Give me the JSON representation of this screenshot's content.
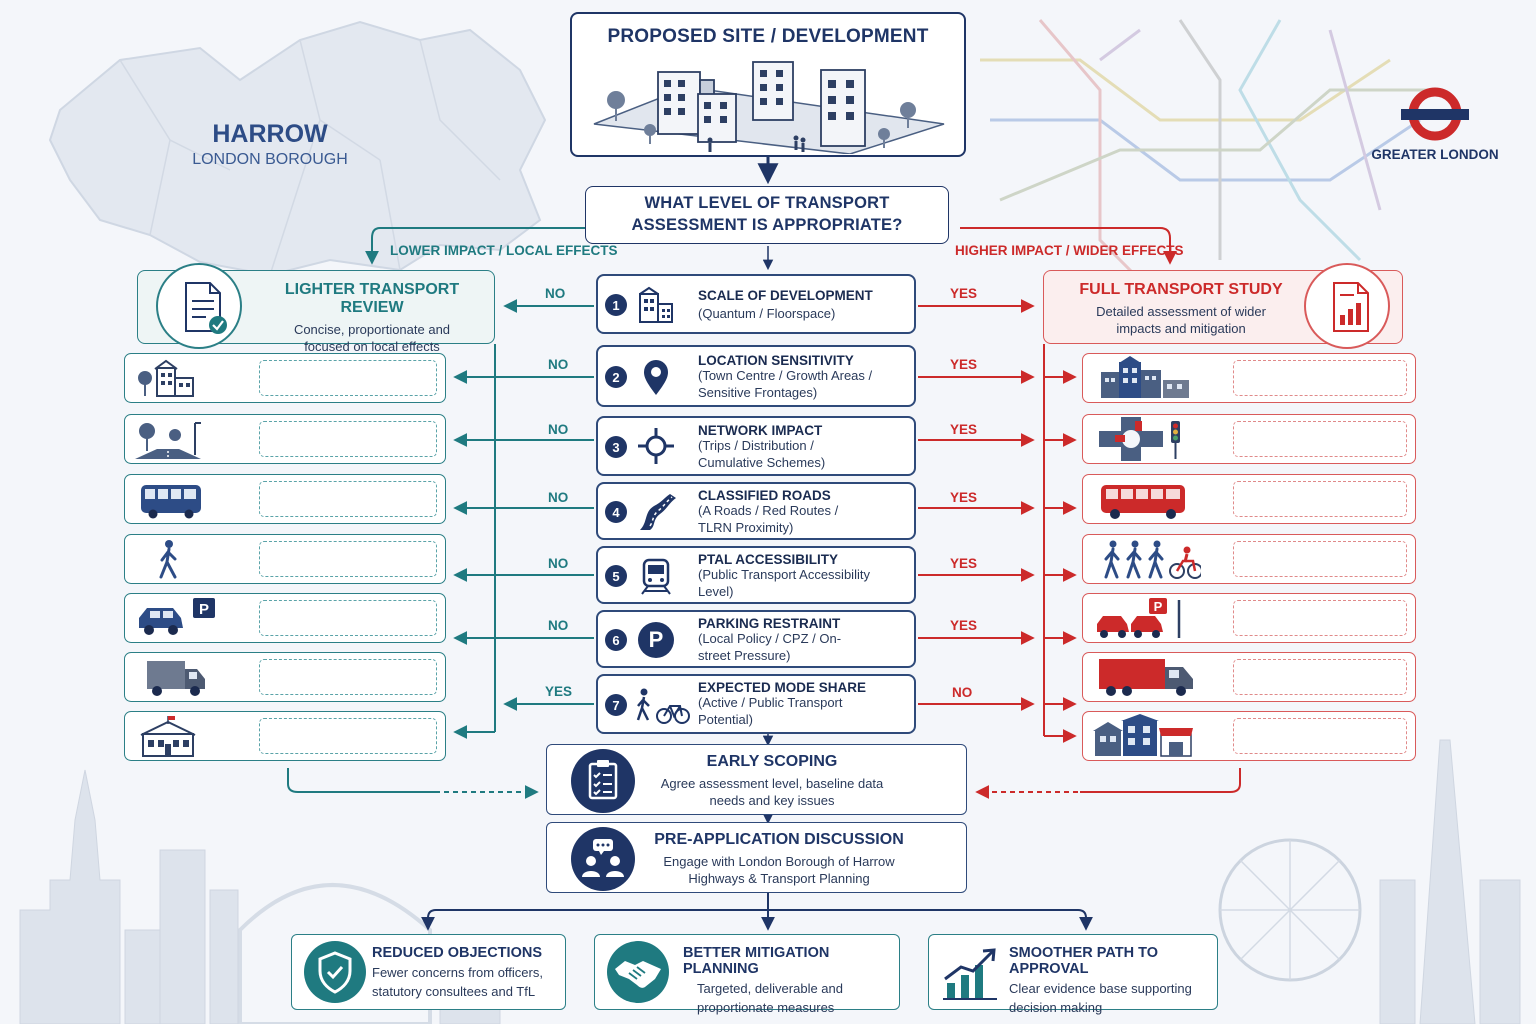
{
  "colors": {
    "navy": "#1f3566",
    "teal": "#1f7a80",
    "red": "#cc2a2a"
  },
  "header": {
    "site_title": "PROPOSED SITE / DEVELOPMENT",
    "question": "WHAT LEVEL OF TRANSPORT ASSESSMENT IS APPROPRIATE?"
  },
  "borough": {
    "name": "HARROW",
    "subtitle": "LONDON BOROUGH"
  },
  "region": {
    "label": "GREATER LONDON",
    "icon": "roundel-icon"
  },
  "branches": {
    "left_label": "LOWER IMPACT / LOCAL EFFECTS",
    "right_label": "HIGHER IMPACT / WIDER EFFECTS"
  },
  "lighter": {
    "title": "LIGHTER TRANSPORT REVIEW",
    "desc": "Concise, proportionate and focused on local effects",
    "icon": "document-check-icon"
  },
  "full": {
    "title": "FULL TRANSPORT STUDY",
    "desc": "Detailed assessment of wider impacts and mitigation",
    "icon": "report-chart-icon"
  },
  "criteria": [
    {
      "num": "1",
      "title": "SCALE OF DEVELOPMENT",
      "sub": "(Quantum / Floorspace)",
      "left": "NO",
      "right": "YES",
      "icon": "buildings-icon"
    },
    {
      "num": "2",
      "title": "LOCATION SENSITIVITY",
      "sub": "(Town Centre / Growth Areas / Sensitive Frontages)",
      "left": "NO",
      "right": "YES",
      "icon": "map-pin-icon"
    },
    {
      "num": "3",
      "title": "NETWORK IMPACT",
      "sub": "(Trips / Distribution / Cumulative Schemes)",
      "left": "NO",
      "right": "YES",
      "icon": "roundabout-icon"
    },
    {
      "num": "4",
      "title": "CLASSIFIED ROADS",
      "sub": "(A Roads / Red Routes / TLRN Proximity)",
      "left": "NO",
      "right": "YES",
      "icon": "road-icon"
    },
    {
      "num": "5",
      "title": "PTAL ACCESSIBILITY",
      "sub": "(Public Transport Accessibility Level)",
      "left": "NO",
      "right": "YES",
      "icon": "train-icon"
    },
    {
      "num": "6",
      "title": "PARKING RESTRAINT",
      "sub": "(Local Policy / CPZ / On-street Pressure)",
      "left": "NO",
      "right": "YES",
      "icon": "parking-icon"
    },
    {
      "num": "7",
      "title": "EXPECTED MODE SHARE",
      "sub": "(Active / Public Transport Potential)",
      "left": "YES",
      "right": "NO",
      "icon": "walk-cycle-icon"
    }
  ],
  "left_rows": [
    "houses-icon",
    "street-icon",
    "bus-icon",
    "pedestrian-icon",
    "car-parking-icon",
    "van-icon",
    "school-icon"
  ],
  "right_rows": [
    "town-buildings-icon",
    "junction-icon",
    "bus-icon",
    "people-cyclist-icon",
    "cars-parking-icon",
    "lorry-icon",
    "shops-icon"
  ],
  "scoping": {
    "title": "EARLY SCOPING",
    "desc": "Agree assessment level, baseline data needs and key issues",
    "icon": "clipboard-icon"
  },
  "preapp": {
    "title": "PRE-APPLICATION DISCUSSION",
    "desc": "Engage with London Borough of Harrow Highways & Transport Planning",
    "icon": "meeting-icon"
  },
  "outcomes": [
    {
      "title": "REDUCED OBJECTIONS",
      "desc": "Fewer concerns from officers, statutory consultees and TfL",
      "icon": "shield-check-icon"
    },
    {
      "title": "BETTER MITIGATION PLANNING",
      "desc": "Targeted, deliverable and proportionate measures",
      "icon": "handshake-icon"
    },
    {
      "title": "SMOOTHER PATH TO APPROVAL",
      "desc": "Clear evidence base supporting decision making",
      "icon": "growth-chart-icon"
    }
  ]
}
